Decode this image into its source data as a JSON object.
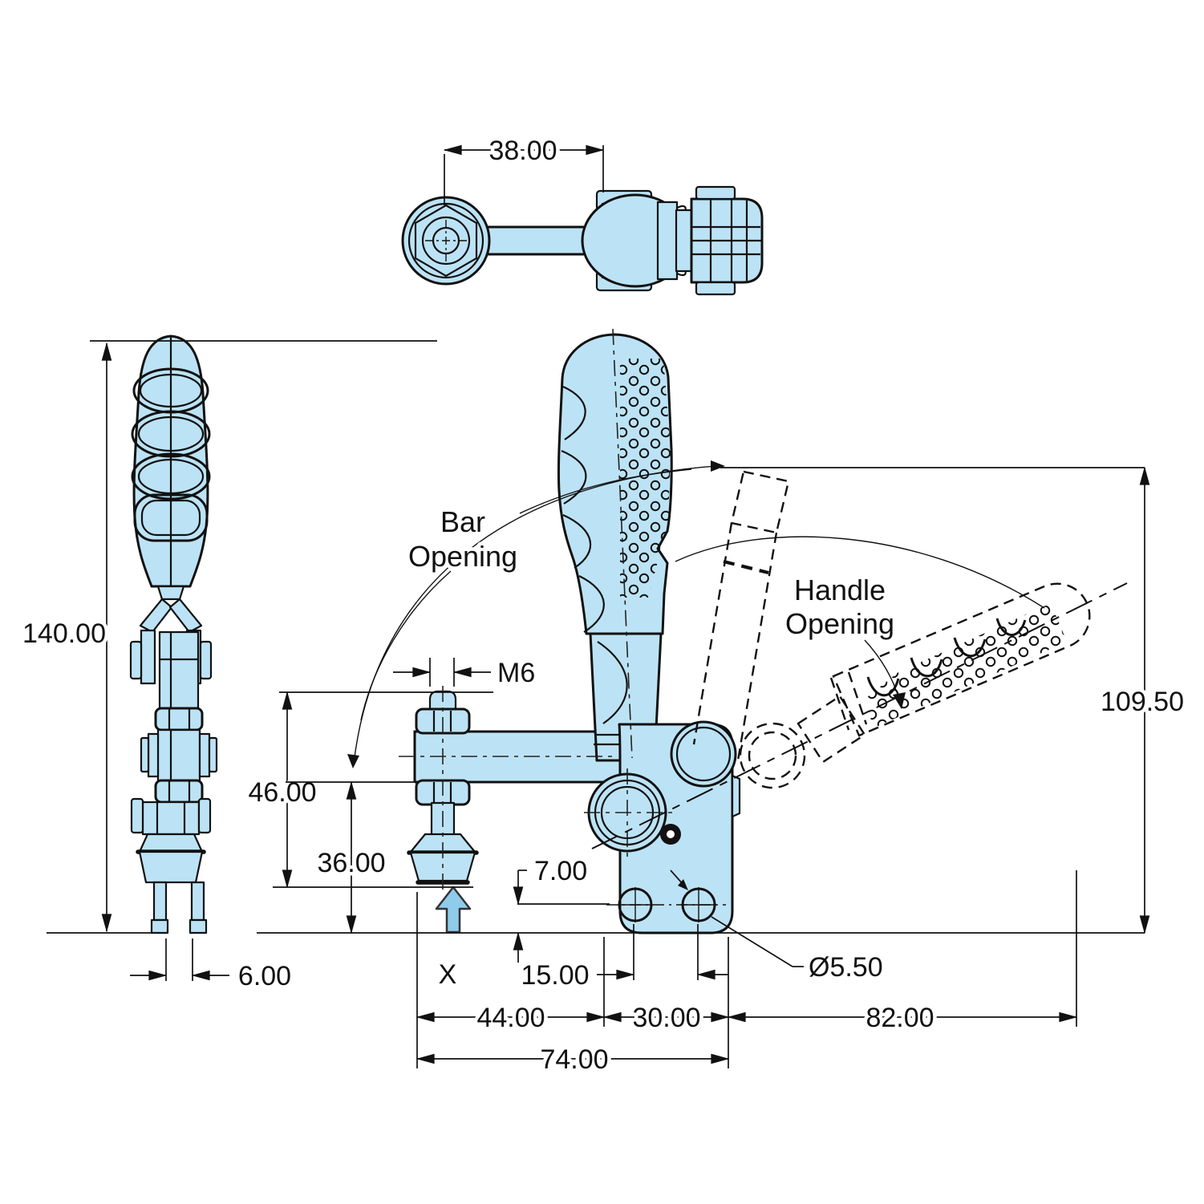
{
  "drawing": {
    "type": "engineering-drawing",
    "part": "vertical toggle clamp",
    "colors": {
      "part_fill": "#BCE3F5",
      "line_color": "#111111",
      "background": "#FFFFFF",
      "force_arrow_fill": "#8FCBEB"
    },
    "annotations": {
      "bar_opening_line1": "Bar",
      "bar_opening_line2": "Opening",
      "handle_opening_line1": "Handle",
      "handle_opening_line2": "Opening",
      "force_point_label": "X"
    },
    "dimensions": {
      "top_view_pivot_spacing": "38.00",
      "overall_height": "140.00",
      "fork_width": "6.00",
      "spindle_thread": "M6",
      "spindle_assembly_height": "46.00",
      "bar_underside_height": "36.00",
      "mount_hole_height": "7.00",
      "mount_hole_spacing": "15.00",
      "bar_end_to_base": "44.00",
      "base_depth": "30.00",
      "open_handle_reach": "82.00",
      "overall_base_length": "74.00",
      "open_height": "109.50",
      "mount_hole_diameter": "Ø5.50"
    }
  }
}
